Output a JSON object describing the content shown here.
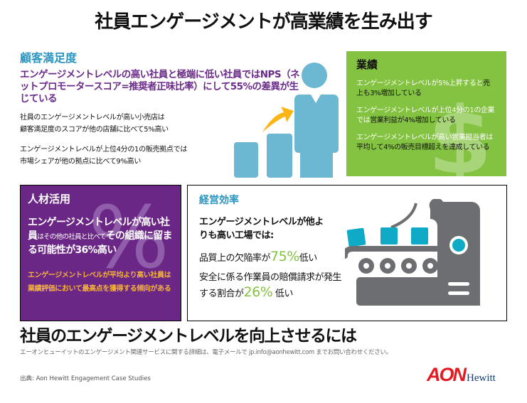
{
  "title": "社員エンゲージメントが高業績を生み出す",
  "customer_satisfaction": {
    "heading": "顧客満足度",
    "lead": "エンゲージメントレベルの高い社員と極端に低い社員ではNPS（ネットプロモータースコア=推奨者正味比率）にして55%の差異が生じている",
    "p1_line1": "社員のエンゲージメントレベルが高い小売店は",
    "p1_line2": "顧客満足度のスコアが他の店舗に比べて5%高い",
    "p2_line1": "エンゲージメントレベルが上位4分の1の販売拠点では",
    "p2_line2": "市場シェアが他の拠点に比べて9%高い"
  },
  "performance": {
    "heading": "業績",
    "items": [
      {
        "white": "エンゲージメントレベルが5%上昇すると",
        "dark": "売上も3%増加している"
      },
      {
        "white": "エンゲージメントレベルが上位4分の1の企業では",
        "dark": "営業利益が4%増加している"
      },
      {
        "white": "エンゲージメントレベルが高い営業担当者は",
        "dark": "平均して4%の販売目標超えを達成している"
      }
    ],
    "watermark": "$"
  },
  "talent": {
    "heading": "人材活用",
    "watermark": "%",
    "lead_a": "エンゲージメントレベルが高い社員",
    "lead_b": "はその他の社員と比べて",
    "lead_c": "その組織に留まる可能性が36%高い",
    "sub": "エンゲージメントレベルが平均より高い社員は業績評価において最高点を獲得する傾向がある"
  },
  "operations": {
    "heading": "経営効率",
    "lead": "エンゲージメントレベルが他よりも高い工場では:",
    "p1_a": "品質上の欠陥率が",
    "p1_val": "75%",
    "p1_b": "低い",
    "p2_a": "安全に係る作業員の賠償請求が発生する割合が",
    "p2_val": "26%",
    "p2_b": " 低い"
  },
  "bottom": {
    "heading": "社員のエンゲージメントレベルを向上させるには",
    "note": "エーオンヒューイットのエンゲージメント関連サービスに関する詳細は、電子メールで jp.info@aonhewitt.com までお問い合わせください。",
    "source": "出典: Aon Hewitt Engagement Case Studies"
  },
  "logo": {
    "aon": "AON",
    "hewitt": "Hewitt"
  },
  "colors": {
    "blue": "#2a95c0",
    "green": "#84c341",
    "purple": "#6b2785",
    "orange": "#f6b33a",
    "icon_blue": "#6cb7d2",
    "gray": "#6d6e71"
  }
}
